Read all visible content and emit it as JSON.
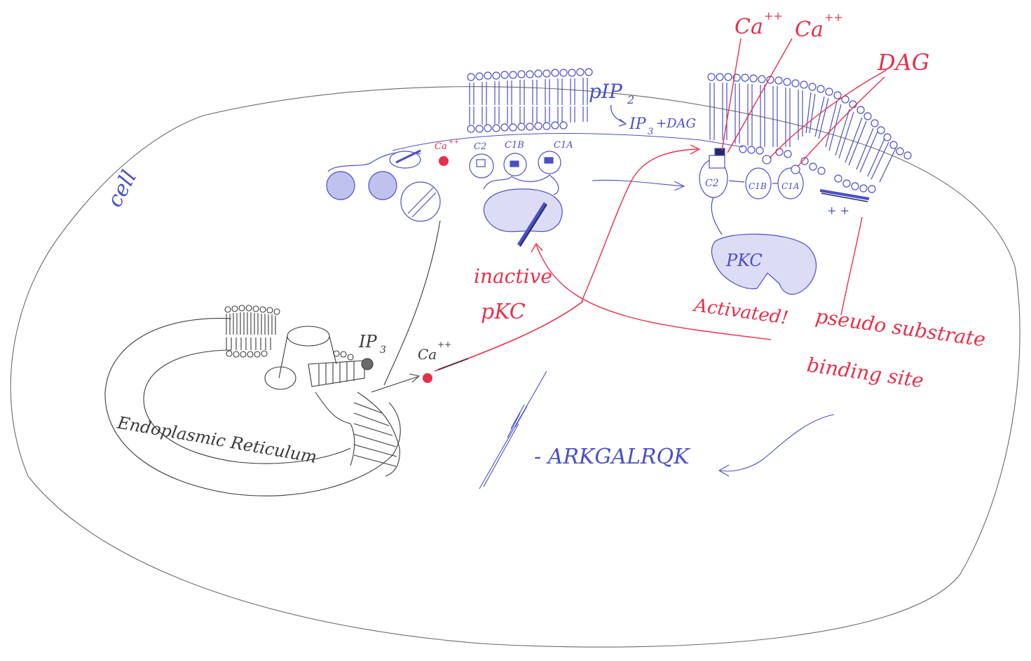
{
  "colors": {
    "ink_black": "#3a3a3a",
    "ink_blue": "#4a4fc8",
    "ink_red": "#e8304a"
  },
  "labels": {
    "cell": "cell",
    "pip2": "pIP",
    "pip2_sub": "2",
    "ip3_dag": "IP",
    "ip3_dag_sub": "3",
    "ip3_dag_tail": "+DAG",
    "ca_top_left": "Ca",
    "ca_top_left_sup": "++",
    "ca_top_right": "Ca",
    "ca_top_right_sup": "++",
    "dag": "DAG",
    "ca_inactive": "Ca",
    "ca_inactive_sup": "++",
    "c2_left": "C2",
    "c1b_left": "C1B",
    "c1a_left": "C1A",
    "c2_right": "C2",
    "c1b_right": "C1B",
    "c1a_right": "C1A",
    "pkc": "PKC",
    "inactive_line1": "inactive",
    "inactive_line2": "pKC",
    "activated": "Activated!",
    "pseudo_line1": "pseudo substrate",
    "pseudo_line2": "binding site",
    "ip3_er": "IP",
    "ip3_er_sub": "3",
    "ca_er": "Ca",
    "ca_er_sup": "++",
    "er": "Endoplasmic Reticulum",
    "sequence": "- ARKGALRQK",
    "plus_marks": "+ +"
  }
}
